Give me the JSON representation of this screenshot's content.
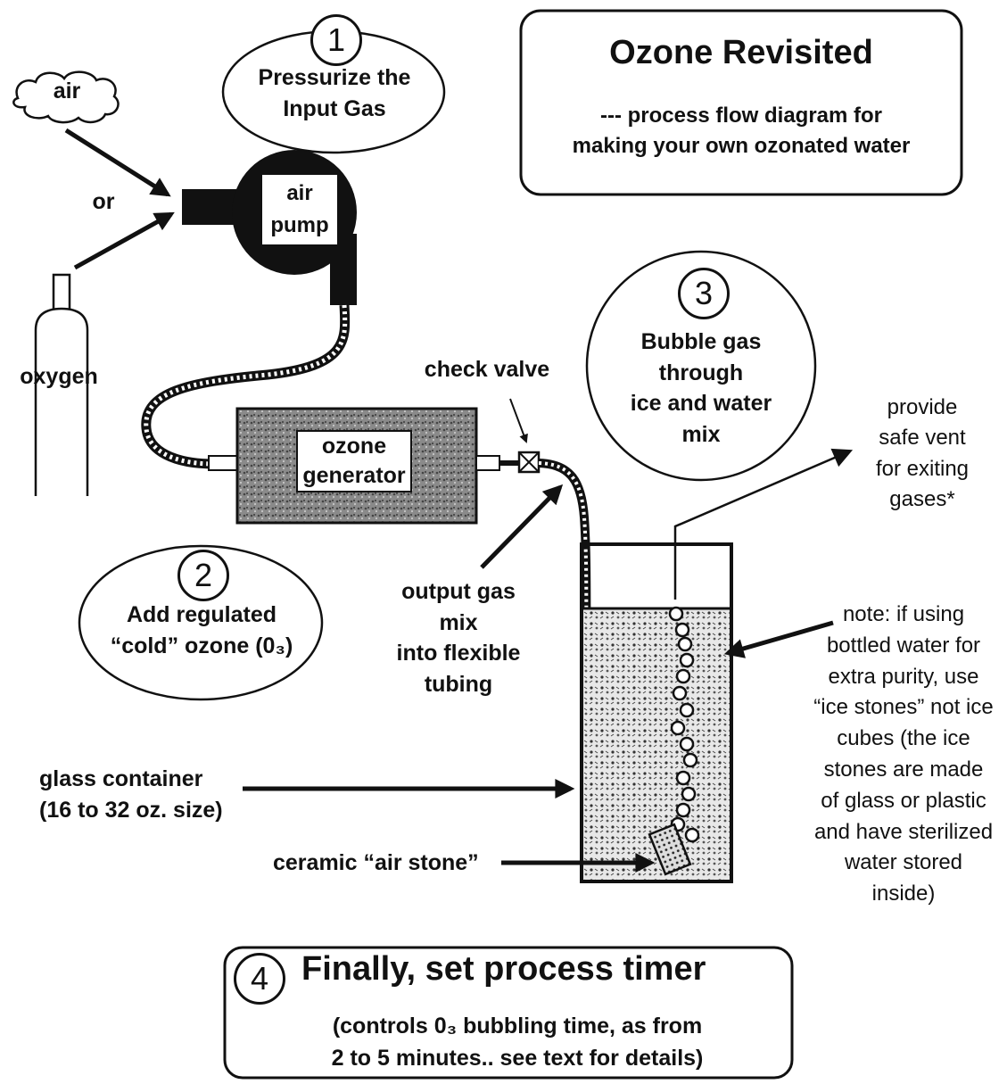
{
  "title": {
    "main": "Ozone Revisited",
    "subtitle": "---  process flow diagram for\nmaking your own ozonated water"
  },
  "steps": [
    {
      "number": "1",
      "label": "Pressurize the\nInput Gas"
    },
    {
      "number": "2",
      "label": "Add regulated\n“cold” ozone (0₃)"
    },
    {
      "number": "3",
      "label": "Bubble gas\nthrough\nice and water\nmix"
    },
    {
      "number": "4",
      "label": "Finally, set process timer",
      "detail": "(controls 0₃ bubbling time, as from\n2 to 5 minutes.. see text for details)"
    }
  ],
  "components": {
    "air": "air",
    "or": "or",
    "oxygen": "oxygen",
    "air_pump": "air\npump",
    "ozone_generator": "ozone\ngenerator",
    "check_valve": "check  valve"
  },
  "annotations": {
    "output_gas": "output gas\nmix\ninto flexible\ntubing",
    "vent": "provide\nsafe vent\nfor exiting\ngases*",
    "note": "note: if using\nbottled water for\nextra purity,  use\n“ice stones” not ice\ncubes (the ice\nstones are made\nof glass or plastic\nand have sterilized\nwater stored\ninside)",
    "glass_container": "glass container\n(16  to 32 oz. size)",
    "air_stone": "ceramic “air stone”"
  },
  "colors": {
    "ink": "#111111",
    "paper": "#ffffff",
    "fill_gray": "#7a7a7a"
  }
}
